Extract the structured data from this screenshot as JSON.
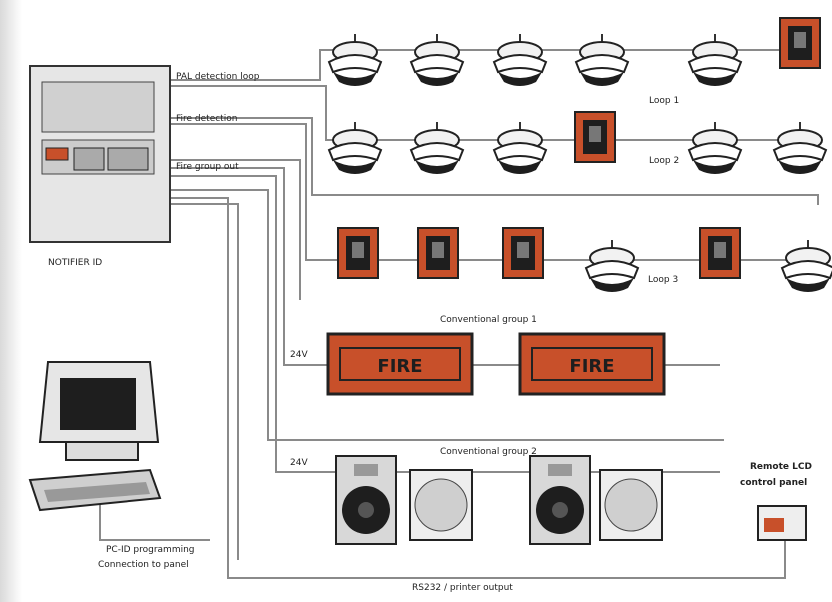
{
  "labels": {
    "panel_name": "NOTIFIER ID",
    "loop1_label": "Loop 1",
    "loop2_label": "Loop 2",
    "loop3_label": "Loop 3",
    "conv_group1": "Conventional group 1",
    "conv_group2": "Conventional group 2",
    "loop_connection": "PAL detection loop",
    "panel_out1": "Fire detection",
    "panel_out2": "Fire group out",
    "pc_caption_1": "PC-ID programming",
    "pc_caption_2": "Connection to panel",
    "bottom_caption": "RS232 / printer output",
    "remote_caption_1": "Remote LCD",
    "remote_caption_2": "control panel",
    "sign_text_1": "FIRE",
    "sign_text_2": "FIRE",
    "stub1": "24V",
    "stub2": "24V"
  },
  "colors": {
    "accent": "#c8502a",
    "dark": "#1e1e1e",
    "line": "#8a8a8a"
  }
}
